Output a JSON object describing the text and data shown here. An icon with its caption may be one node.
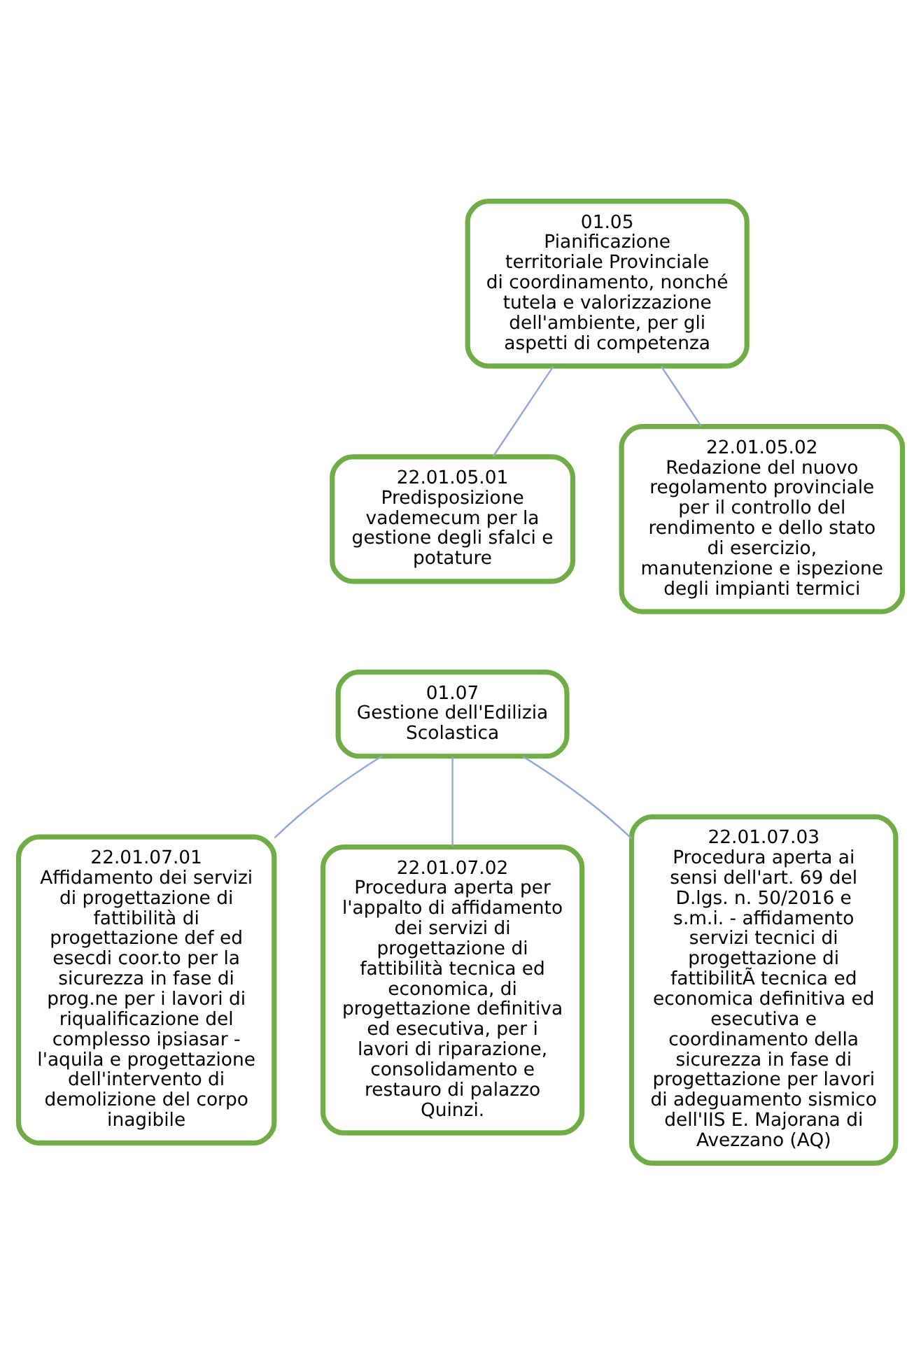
{
  "diagram": {
    "nodes": [
      {
        "text": [
          "01.05",
          "Pianificazione territoriale Provinciale di coordinamento, nonché tutela e valorizzazione dell'ambiente, per gli aspetti di competenza"
        ]
      },
      {
        "text": [
          "22.01.05.01",
          "Predisposizione vademecum per la gestione degli sfalci e potature"
        ]
      },
      {
        "text": [
          "22.01.05.02",
          "Redazione del nuovo regolamento provinciale per il controllo del rendimento e dello stato di esercizio, manutenzione e ispezione degli impianti termici"
        ]
      },
      {
        "text": [
          "01.07",
          "Gestione dell'Edilizia Scolastica"
        ]
      },
      {
        "text": [
          "22.01.07.01",
          "Affidamento dei servizi di progettazione di fattibilità di progettazione def ed esecdi coor.to per la sicurezza in fase di prog.ne per i lavori di riqualificazione del complesso ipsiasar - l'aquila e progettazione dell'intervento di demolizione del corpo inagibile"
        ]
      },
      {
        "text": [
          "22.01.07.02",
          "Procedura aperta per l'appalto di affidamento dei servizi di progettazione di fattibilità tecnica ed economica, di progettazione definitiva ed esecutiva, per i lavori di riparazione, consolidamento e restauro di palazzo Quinzi."
        ]
      },
      {
        "text": [
          "22.01.07.03",
          "Procedura aperta ai sensi dell'art. 69 del D.lgs. n. 50/2016 e s.m.i. - affidamento servizi tecnici di progettazione di fattibilitÃ tecnica ed economica definitiva ed esecutiva e coordinamento della sicurezza in fase di progettazione per lavori di adeguamento sismico dell'IIS E. Majorana di Avezzano (AQ)"
        ]
      }
    ],
    "edges": [
      {
        "from": 0,
        "to": 1,
        "arrow": "none"
      },
      {
        "from": 0,
        "to": 2,
        "arrow": "none"
      },
      {
        "from": 3,
        "to": 4,
        "arrow": "none"
      },
      {
        "from": 3,
        "to": 5,
        "arrow": "none"
      },
      {
        "from": 3,
        "to": 6,
        "arrow": "none"
      }
    ]
  }
}
